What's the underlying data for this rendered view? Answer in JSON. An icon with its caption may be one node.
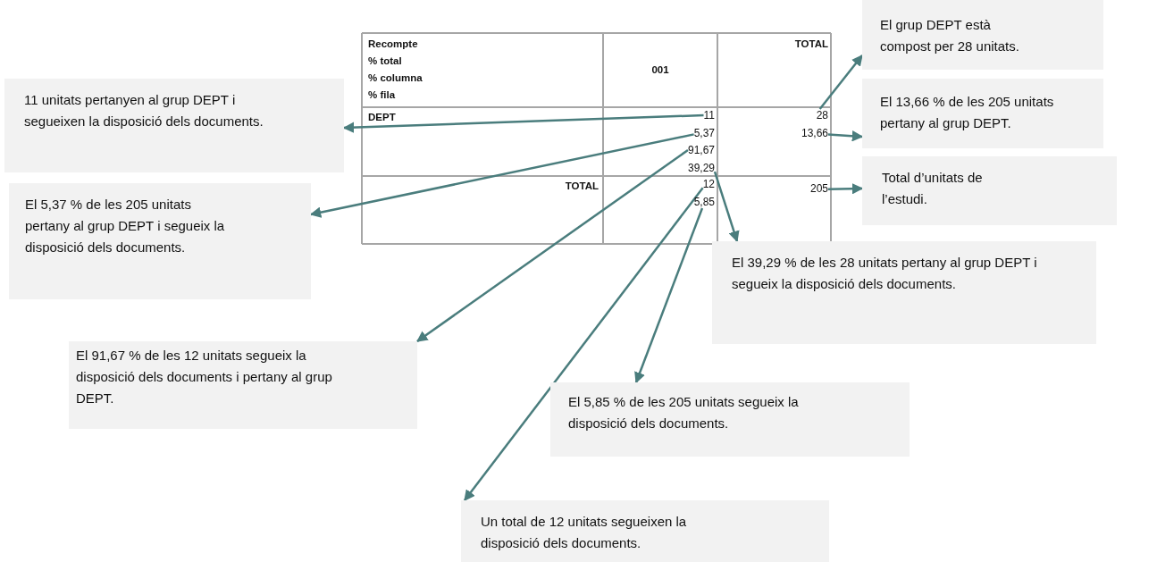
{
  "diagram": {
    "nodes": [
      {
        "text": [
          "El grup DEPT està compost per 28 unitats."
        ]
      },
      {
        "text": [
          "11 unitats pertanyen al grup DEPT i segueixen la disposició dels documents."
        ]
      },
      {
        "text": [
          "El 13,66 % de les 205 unitats pertany al grup DEPT."
        ]
      },
      {
        "text": [
          "Total d’unitats de l’estudi."
        ]
      },
      {
        "text": [
          "El 5,37 % de les 205 unitats pertany al grup DEPT i segueix la disposició dels documents."
        ]
      },
      {
        "text": [
          "El 39,29 % de les 28 unitats pertany al grup DEPT i segueix la disposició dels documents."
        ]
      },
      {
        "text": [
          "El 91,67 % de les 12 unitats segueix la disposició dels documents i pertany al grup DEPT."
        ]
      },
      {
        "text": [
          "El 5,85 % de les 205 unitats segueix la disposició dels documents."
        ]
      },
      {
        "text": [
          "Un total de 12 unitats segueixen la disposició dels documents."
        ]
      },
      {
        "text": [
          "11"
        ]
      },
      {
        "text": [
          "28"
        ]
      },
      {
        "text": [
          "5,37"
        ]
      },
      {
        "text": [
          "13,66"
        ]
      },
      {
        "text": [
          "91,67"
        ]
      },
      {
        "text": [
          "39,29"
        ]
      },
      {
        "text": [
          "12"
        ]
      },
      {
        "text": [
          "205"
        ]
      },
      {
        "text": [
          "5,85"
        ]
      }
    ],
    "edges": [
      {
        "from": 9,
        "to": 1,
        "arrow": "to"
      },
      {
        "from": 10,
        "to": 0,
        "arrow": "to"
      },
      {
        "from": 11,
        "to": 4,
        "arrow": "to"
      },
      {
        "from": 12,
        "to": 2,
        "arrow": "to"
      },
      {
        "from": 13,
        "to": 6,
        "arrow": "to"
      },
      {
        "from": 14,
        "to": 5,
        "arrow": "to"
      },
      {
        "from": 15,
        "to": 8,
        "arrow": "to"
      },
      {
        "from": 16,
        "to": 3,
        "arrow": "to"
      },
      {
        "from": 17,
        "to": 7,
        "arrow": "to"
      }
    ],
    "labels": [
      "Recompte",
      "% total",
      "% columna",
      "% fila",
      "001",
      "TOTAL",
      "DEPT",
      "TOTAL"
    ]
  }
}
